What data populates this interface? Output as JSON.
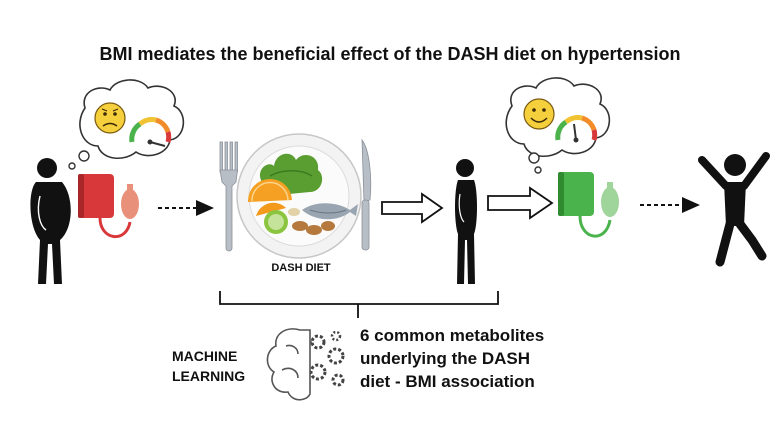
{
  "title": "BMI mediates the beneficial effect of the DASH diet on hypertension",
  "plate_label": "DASH DIET",
  "ml_label": {
    "line1": "MACHINE",
    "line2": "LEARNING"
  },
  "metabolites_label": {
    "line1": "6 common metabolites",
    "line2": "underlying the DASH",
    "line3": "diet - BMI association"
  },
  "colors": {
    "bp_monitor_high": "#d9383a",
    "bulb_high": "#e9907a",
    "bp_monitor_normal": "#4bb34b",
    "bulb_normal": "#9fd49a",
    "face": "#f6cf3c",
    "figure": "#111111",
    "orange": "#f5a023",
    "lime": "#8bc53f",
    "lettuce": "#5a9e32",
    "fish": "#9aa5b2"
  },
  "icons": [
    "sad-face-icon",
    "gauge-high-icon",
    "happy-face-icon",
    "gauge-normal-icon",
    "fork-icon",
    "knife-icon",
    "brain-gears-icon",
    "obese-person-icon",
    "slim-person-icon",
    "cheering-person-icon",
    "blood-pressure-monitor-icon"
  ]
}
